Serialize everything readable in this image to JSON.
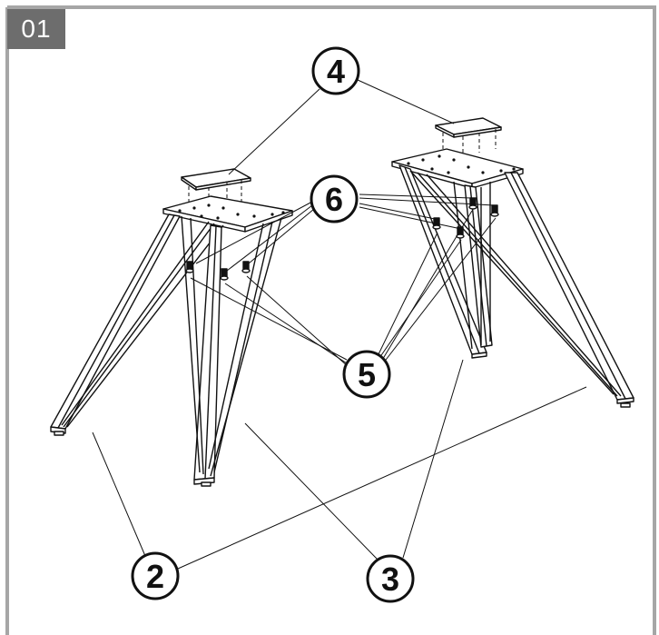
{
  "step": {
    "number": "01"
  },
  "callouts": [
    {
      "id": "part-4",
      "label": "4"
    },
    {
      "id": "part-6",
      "label": "6"
    },
    {
      "id": "part-5",
      "label": "5"
    },
    {
      "id": "part-2",
      "label": "2"
    },
    {
      "id": "part-3",
      "label": "3"
    }
  ],
  "colors": {
    "border": "#a6a6a6",
    "badge": "#6d6d6d",
    "line": "#111111"
  }
}
